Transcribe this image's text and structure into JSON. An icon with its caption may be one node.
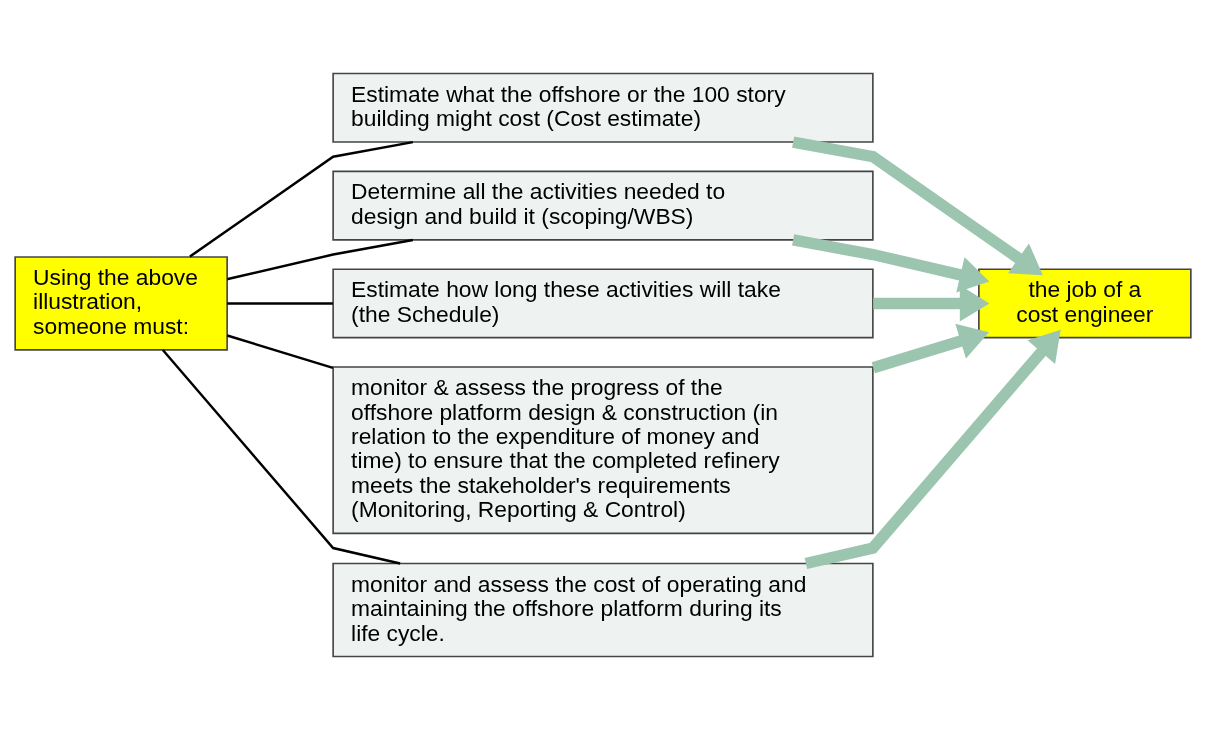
{
  "diagram": {
    "nodes": [
      {
        "text": [
          "Using the above illustration, someone must:"
        ]
      },
      {
        "text": [
          "Estimate what the offshore or the 100 story building might cost (Cost estimate)"
        ]
      },
      {
        "text": [
          "Determine all the activities needed to design and build it (scoping/WBS)"
        ]
      },
      {
        "text": [
          "Estimate how long these activities will take (the Schedule)"
        ]
      },
      {
        "text": [
          "monitor & assess the progress of the offshore platform design & construction (in relation to the expenditure of money and time) to ensure that the completed refinery meets the stakeholder's requirements (Monitoring, Reporting & Control)"
        ]
      },
      {
        "text": [
          "monitor and assess the cost of operating and maintaining the offshore platform during its life cycle."
        ]
      },
      {
        "text": [
          "the job of a cost engineer"
        ]
      }
    ],
    "edges": [
      {
        "from": 0,
        "to": 1,
        "arrow": "none"
      },
      {
        "from": 0,
        "to": 2,
        "arrow": "none"
      },
      {
        "from": 0,
        "to": 3,
        "arrow": "none"
      },
      {
        "from": 0,
        "to": 4,
        "arrow": "none"
      },
      {
        "from": 0,
        "to": 5,
        "arrow": "none"
      },
      {
        "from": 1,
        "to": 6,
        "arrow": "to",
        "style": "thick",
        "color": "#9cc5b0"
      },
      {
        "from": 2,
        "to": 6,
        "arrow": "to",
        "style": "thick",
        "color": "#9cc5b0"
      },
      {
        "from": 3,
        "to": 6,
        "arrow": "to",
        "style": "thick",
        "color": "#9cc5b0"
      },
      {
        "from": 4,
        "to": 6,
        "arrow": "to",
        "style": "thick",
        "color": "#9cc5b0"
      },
      {
        "from": 5,
        "to": 6,
        "arrow": "to",
        "style": "thick",
        "color": "#9cc5b0"
      }
    ]
  }
}
